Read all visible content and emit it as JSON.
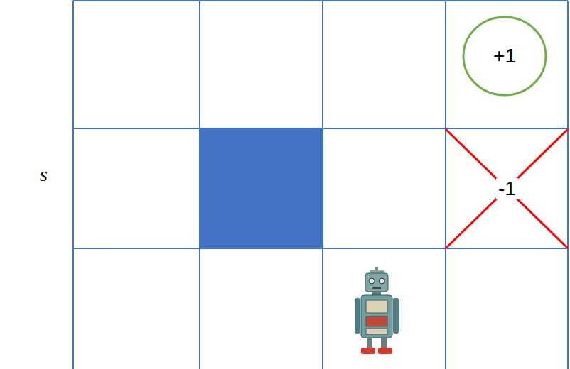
{
  "diagram": {
    "nodes": [
      {
        "text": [
          "+1"
        ]
      },
      {
        "text": [
          "-1"
        ]
      }
    ],
    "labels": [
      "s"
    ]
  }
}
